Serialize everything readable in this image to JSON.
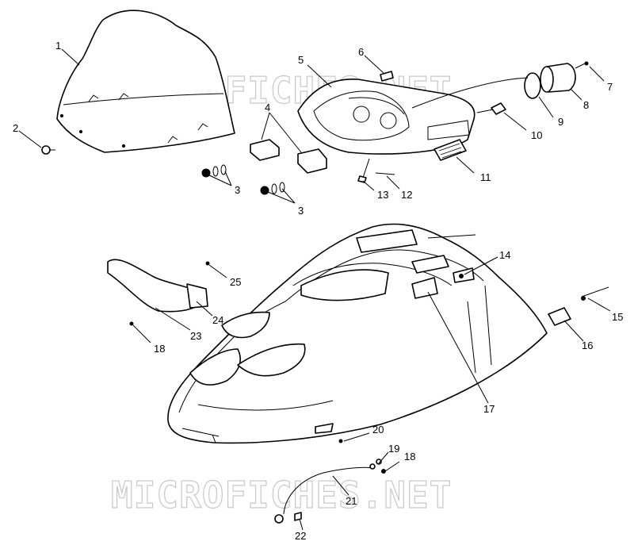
{
  "watermark_text": "MICROFICHES.NET",
  "callouts": [
    {
      "id": "1",
      "label": "1"
    },
    {
      "id": "2",
      "label": "2"
    },
    {
      "id": "3a",
      "label": "3"
    },
    {
      "id": "3b",
      "label": "3"
    },
    {
      "id": "4",
      "label": "4"
    },
    {
      "id": "5",
      "label": "5"
    },
    {
      "id": "6",
      "label": "6"
    },
    {
      "id": "7",
      "label": "7"
    },
    {
      "id": "8",
      "label": "8"
    },
    {
      "id": "9",
      "label": "9"
    },
    {
      "id": "10",
      "label": "10"
    },
    {
      "id": "11",
      "label": "11"
    },
    {
      "id": "12",
      "label": "12"
    },
    {
      "id": "13",
      "label": "13"
    },
    {
      "id": "14",
      "label": "14"
    },
    {
      "id": "15",
      "label": "15"
    },
    {
      "id": "16",
      "label": "16"
    },
    {
      "id": "17",
      "label": "17"
    },
    {
      "id": "18a",
      "label": "18"
    },
    {
      "id": "18b",
      "label": "18"
    },
    {
      "id": "19",
      "label": "19"
    },
    {
      "id": "20",
      "label": "20"
    },
    {
      "id": "21",
      "label": "21"
    },
    {
      "id": "22",
      "label": "22"
    },
    {
      "id": "23",
      "label": "23"
    },
    {
      "id": "24",
      "label": "24"
    },
    {
      "id": "25",
      "label": "25"
    }
  ]
}
